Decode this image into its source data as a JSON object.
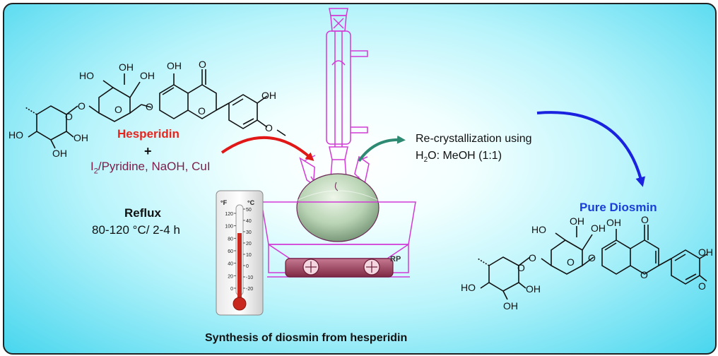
{
  "labels": {
    "hesperidin": "Hesperidin",
    "plus": "+",
    "reagents_i": "I",
    "reagents_sub": "2",
    "reagents_rest": "/Pyridine, NaOH, CuI",
    "reflux": "Reflux",
    "conditions": "80-120 °C/ 2-4 h",
    "recryst_line1": "Re-crystallization using",
    "recryst_h": "H",
    "recryst_sub": "2",
    "recryst_rest": "O: MeOH (1:1)",
    "product": "Pure Diosmin",
    "caption": "Synthesis of diosmin from hesperidin",
    "stirrer_badge": "RP"
  },
  "thermometer": {
    "unit_f": "°F",
    "unit_c": "°C",
    "f_ticks": [
      "120",
      "100",
      "80",
      "60",
      "40",
      "20",
      "0"
    ],
    "c_ticks": [
      "50",
      "40",
      "30",
      "20",
      "10",
      "0",
      "-10",
      "-20"
    ]
  },
  "atoms": {
    "oh": "OH",
    "ho": "HO",
    "o": "O",
    "ome": "O"
  },
  "colors": {
    "hesperidin": "#e8251c",
    "reagents": "#7a1e4a",
    "product": "#1a3fd8",
    "arrow_red": "#e01818",
    "arrow_teal": "#2f8a74",
    "arrow_blue": "#1a22e0",
    "glassware": "#d23ad6",
    "flask_liquid": "#b9d4b4",
    "stirrer_base": "#a04866"
  }
}
